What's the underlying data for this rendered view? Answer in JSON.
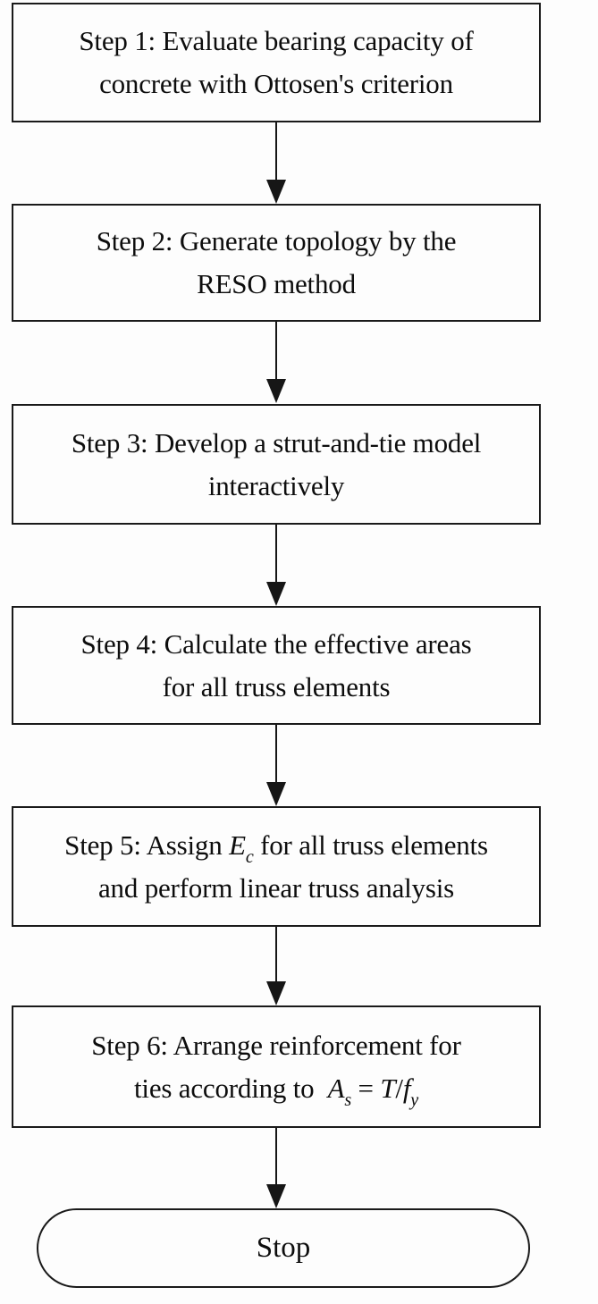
{
  "flowchart": {
    "colors": {
      "background": "#fdfdfd",
      "box_border": "#1a1a1a",
      "arrow": "#161616",
      "text": "#0d0d0d"
    },
    "steps": [
      {
        "label_plain": "Step 1: Evaluate bearing capacity of concrete with Ottosen's criterion",
        "segments": [
          {
            "t": "Step 1: Evaluate bearing capacity of"
          },
          {
            "br": true
          },
          {
            "t": "concrete with Ottosen's criterion"
          }
        ]
      },
      {
        "label_plain": "Step 2: Generate topology by the RESO method",
        "segments": [
          {
            "t": "Step 2: Generate topology by the"
          },
          {
            "br": true
          },
          {
            "t": "RESO method"
          }
        ]
      },
      {
        "label_plain": "Step 3: Develop a strut-and-tie model interactively",
        "segments": [
          {
            "t": "Step 3: Develop a strut-and-tie model"
          },
          {
            "br": true
          },
          {
            "t": "interactively"
          }
        ]
      },
      {
        "label_plain": "Step 4: Calculate the effective areas for all truss elements",
        "segments": [
          {
            "t": "Step 4: Calculate the effective areas"
          },
          {
            "br": true
          },
          {
            "t": "for all truss elements"
          }
        ]
      },
      {
        "label_plain": "Step 5: Assign Ec for all truss elements and perform linear truss analysis",
        "segments": [
          {
            "t": "Step 5: Assign "
          },
          {
            "t": "E",
            "i": true
          },
          {
            "t": "c",
            "i": true,
            "sub": true
          },
          {
            "t": " for all truss elements"
          },
          {
            "br": true
          },
          {
            "t": "and perform linear truss analysis"
          }
        ]
      },
      {
        "label_plain": "Step 6: Arrange reinforcement for ties according to As = T/fy",
        "segments": [
          {
            "t": "Step 6: Arrange reinforcement for"
          },
          {
            "br": true
          },
          {
            "t": "ties according to  "
          },
          {
            "t": "A",
            "i": true
          },
          {
            "t": "s",
            "i": true,
            "sub": true
          },
          {
            "t": " = "
          },
          {
            "t": "T",
            "i": true
          },
          {
            "t": "/"
          },
          {
            "t": "f",
            "i": true
          },
          {
            "t": "y",
            "i": true,
            "sub": true
          }
        ]
      }
    ],
    "terminator": {
      "label": "Stop"
    }
  }
}
